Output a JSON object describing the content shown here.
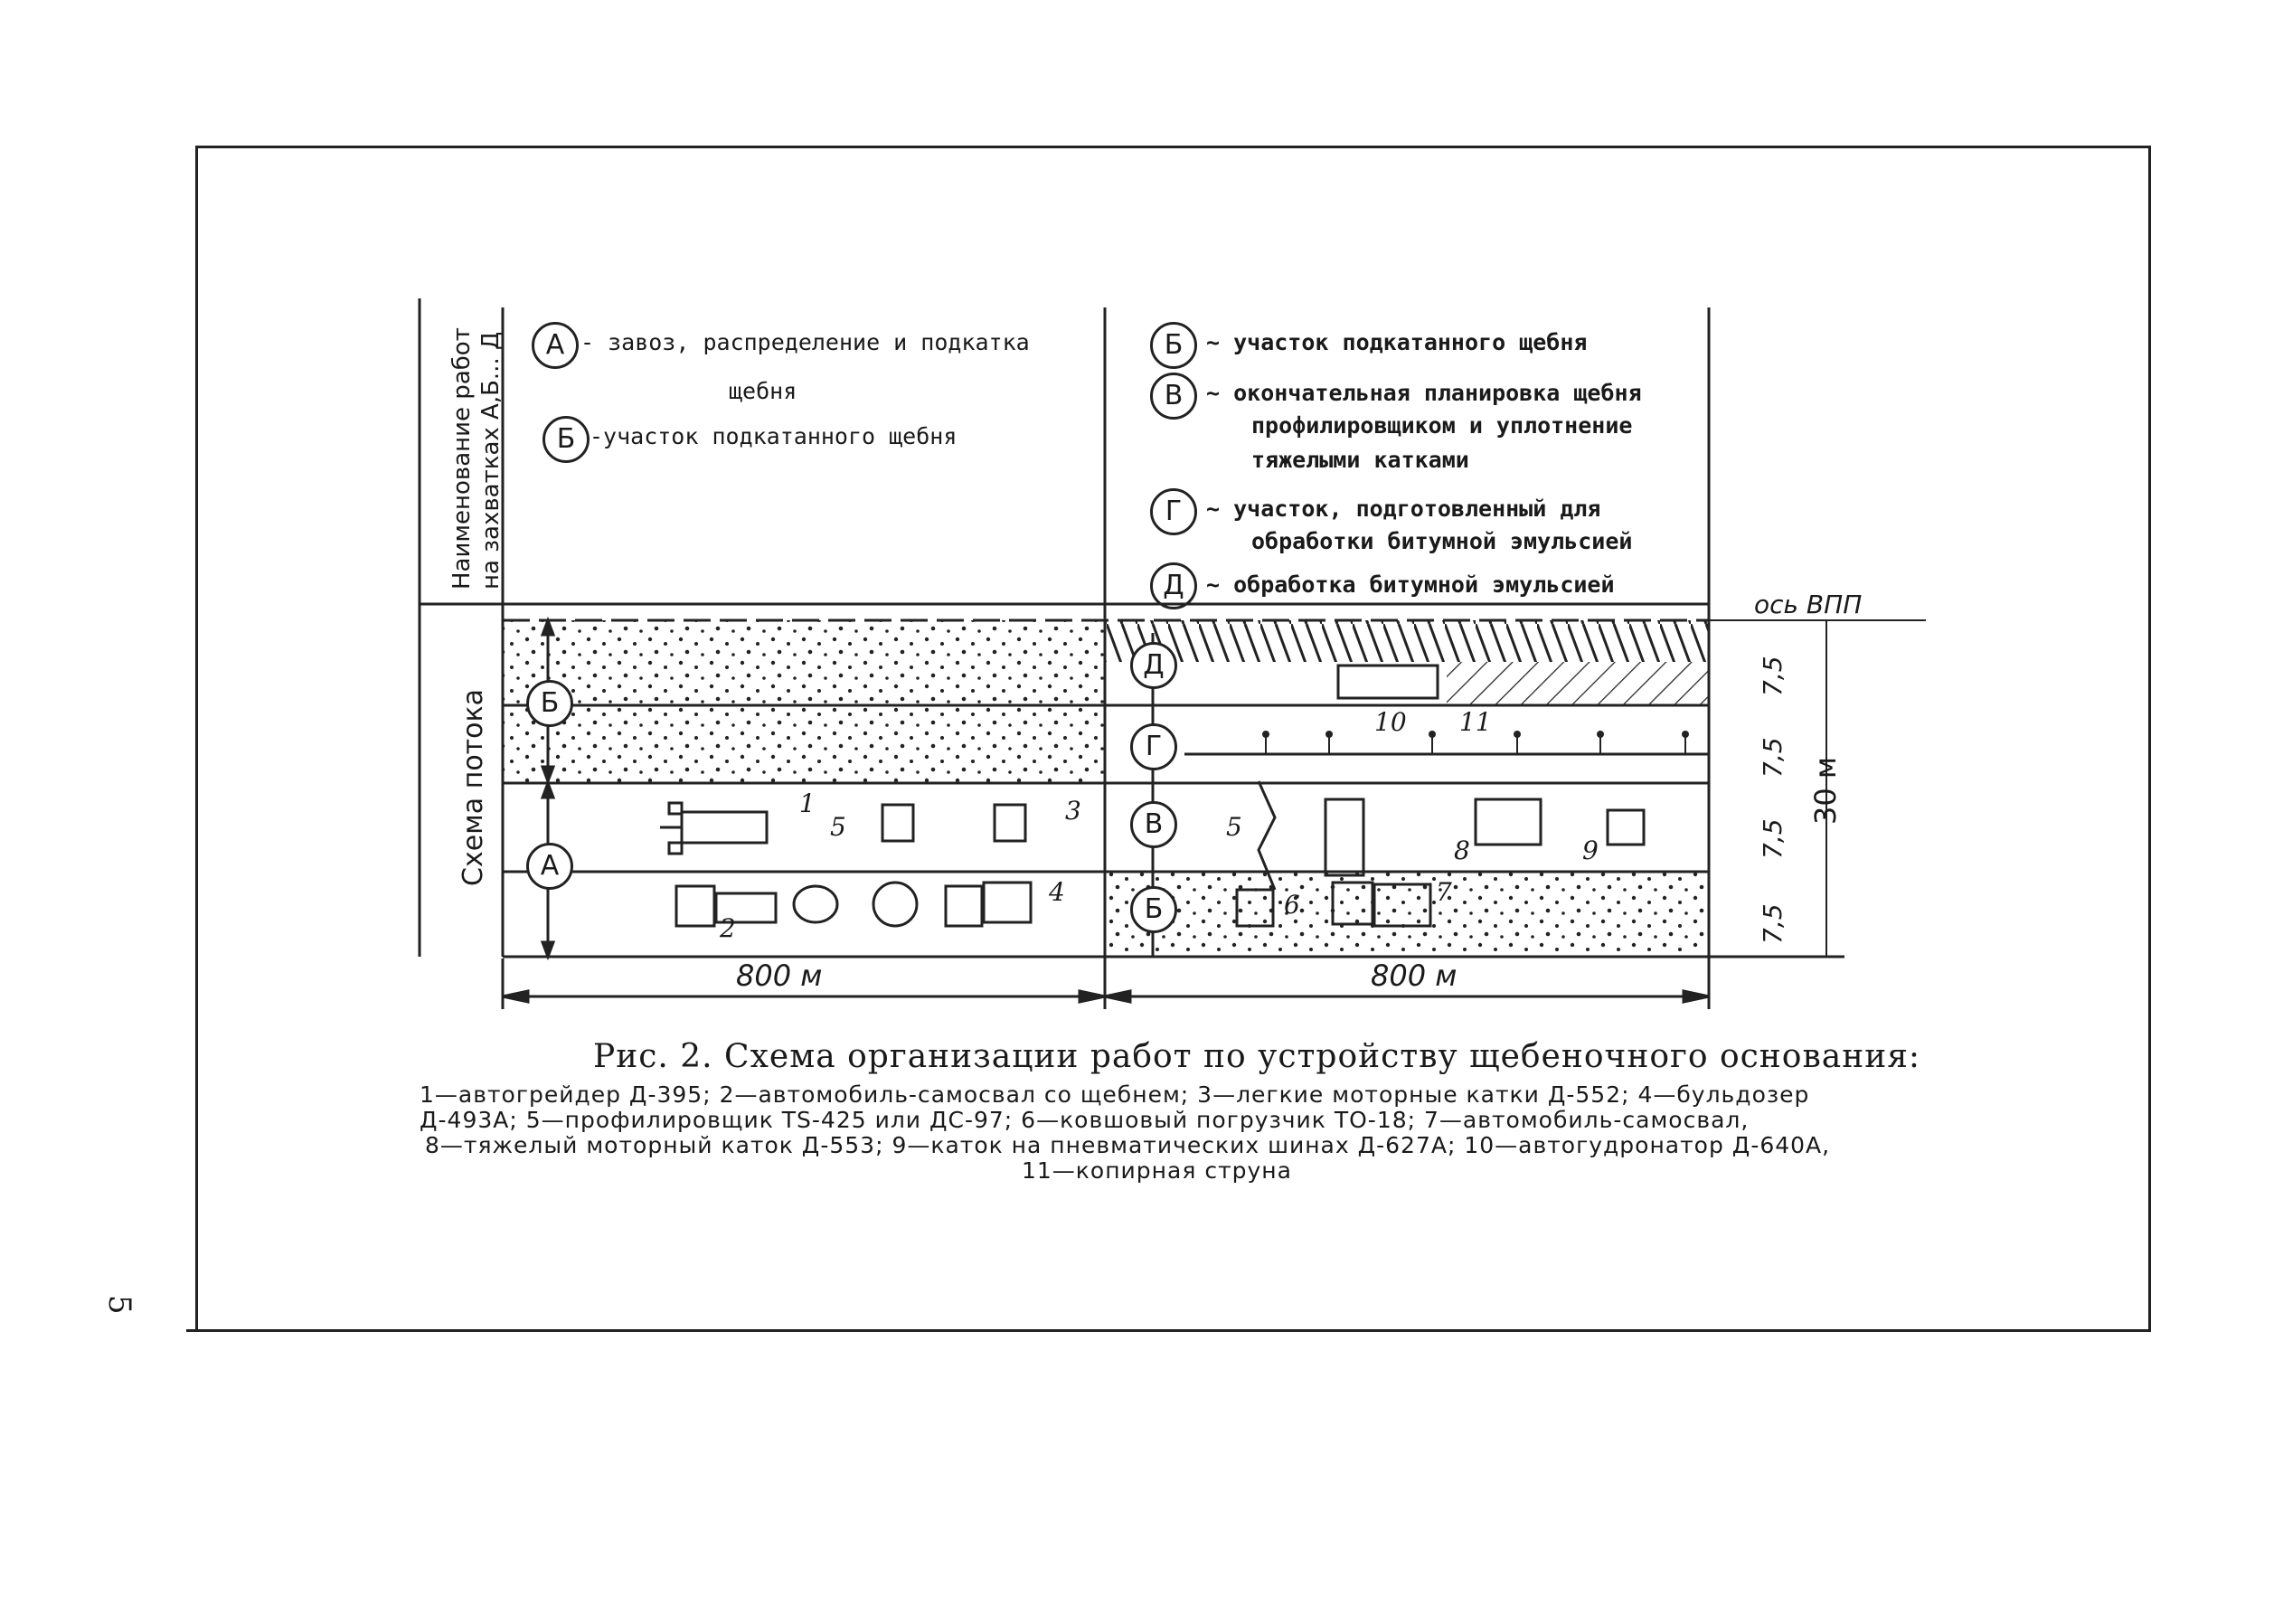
{
  "page_number": "5",
  "header": {
    "row_title_line1": "Наименование работ",
    "row_title_line2": "на захватках А,Б... Д"
  },
  "legend_left": [
    {
      "letter": "А",
      "text_line1": "- завоз, распределение и подкатка",
      "text_line2": "щебня"
    },
    {
      "letter": "Б",
      "text_line1": "-участок подкатанного щебня",
      "text_line2": ""
    }
  ],
  "legend_right": [
    {
      "letter": "Б",
      "lines": [
        "~ участок подкатанного щебня"
      ]
    },
    {
      "letter": "В",
      "lines": [
        "~ окончательная планировка щебня",
        "профилировщиком и уплотнение",
        "тяжелыми катками"
      ]
    },
    {
      "letter": "Г",
      "lines": [
        "~ участок, подготовленный для",
        "обработки битумной эмульсией"
      ]
    },
    {
      "letter": "Д",
      "lines": [
        "~ обработка битумной эмульсией"
      ]
    }
  ],
  "scheme": {
    "row_label": "Схема потока",
    "axis_label": "ось ВПП",
    "lane_widths": [
      "7,5",
      "7,5",
      "7,5",
      "7,5"
    ],
    "total_width": "30 м",
    "left_zone_letters": [
      "Б",
      "А"
    ],
    "right_zone_letters": [
      "Д",
      "Г",
      "В",
      "Б"
    ],
    "machine_numbers": [
      "1",
      "2",
      "3",
      "4",
      "5",
      "5",
      "6",
      "7",
      "8",
      "9",
      "10",
      "11"
    ],
    "lengths": [
      "800 м",
      "800 м"
    ]
  },
  "caption": {
    "title": "Рис. 2. Схема организации работ по устройству щебеночного основания:",
    "lines": [
      "1—автогрейдер Д-395; 2—автомобиль-самосвал со щебнем; 3—легкие моторные катки Д-552; 4—бульдозер",
      "Д-493А; 5—профилировщик TS-425 или ДС-97; 6—ковшовый погрузчик ТО-18; 7—автомобиль-самосвал,",
      "8—тяжелый моторный каток Д-553; 9—каток на пневматических шинах Д-627А; 10—автогудронатор Д-640А,",
      "11—копирная струна"
    ]
  }
}
